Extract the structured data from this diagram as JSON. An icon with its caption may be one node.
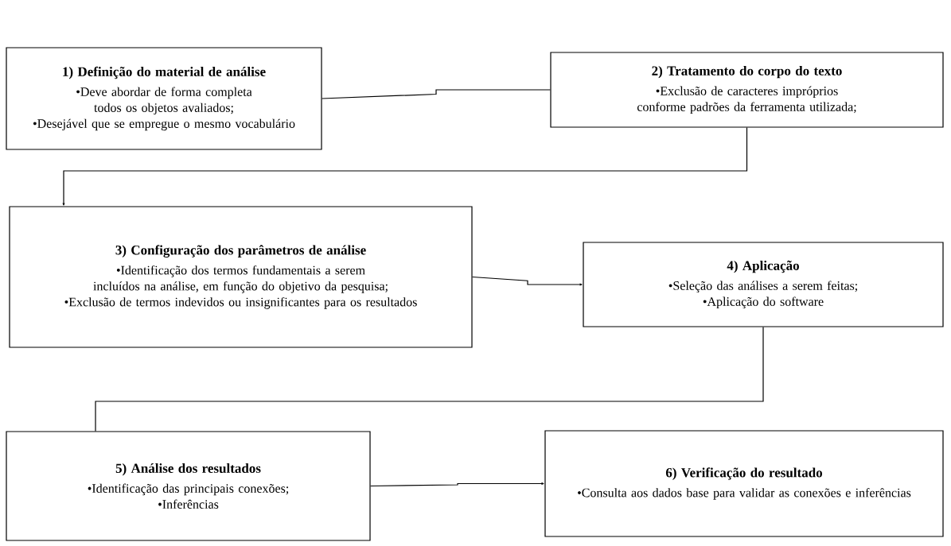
{
  "diagram": {
    "nodes": [
      {
        "text": [
          "1) Definição do material de análise",
          "•Deve abordar de forma completa todos os objetos avaliados;",
          "•Desejável que se empregue o mesmo vocabulário"
        ]
      },
      {
        "text": [
          "2) Tratamento do corpo do texto",
          "•Exclusão de caracteres impróprios conforme padrões da ferramenta utilizada;"
        ]
      },
      {
        "text": [
          "3) Configuração dos parâmetros de análise",
          "•Identificação dos termos fundamentais a serem incluídos na análise, em função do objetivo da pesquisa;",
          "•Exclusão de termos indevidos ou insignificantes para os resultados"
        ]
      },
      {
        "text": [
          "4) Aplicação",
          "•Seleção das análises a serem feitas;",
          "•Aplicação do software"
        ]
      },
      {
        "text": [
          "5) Análise dos resultados",
          "•Identificação das principais conexões;",
          "•Inferências"
        ]
      },
      {
        "text": [
          "6) Verificação do resultado",
          "•Consulta aos dados base para validar as conexões e inferências"
        ]
      }
    ],
    "edges": [
      {
        "from": 0,
        "to": 1,
        "arrow": "none"
      },
      {
        "from": 1,
        "to": 2,
        "arrow": "to"
      },
      {
        "from": 2,
        "to": 3,
        "arrow": "to"
      },
      {
        "from": 3,
        "to": 4,
        "arrow": "none"
      },
      {
        "from": 4,
        "to": 5,
        "arrow": "to"
      }
    ]
  }
}
